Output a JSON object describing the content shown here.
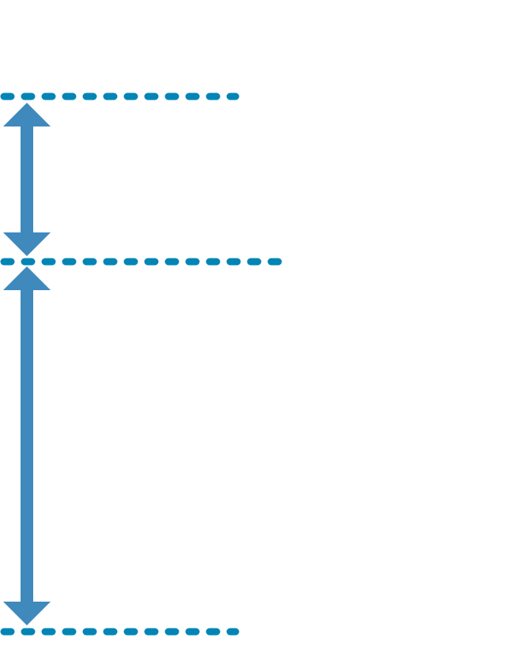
{
  "diagram": {
    "colors": {
      "guide_line": "#0285b5",
      "arrow": "#3f89bc",
      "background": "#ffffff"
    },
    "guide_lines": [
      {
        "name": "top-guide-line",
        "style": "dashed"
      },
      {
        "name": "middle-guide-line",
        "style": "dashed"
      },
      {
        "name": "bottom-guide-line",
        "style": "dashed"
      }
    ],
    "arrows": [
      {
        "name": "upper-span-arrow",
        "type": "double-headed",
        "spans": [
          "top-guide-line",
          "middle-guide-line"
        ]
      },
      {
        "name": "lower-span-arrow",
        "type": "double-headed",
        "spans": [
          "middle-guide-line",
          "bottom-guide-line"
        ]
      }
    ]
  }
}
